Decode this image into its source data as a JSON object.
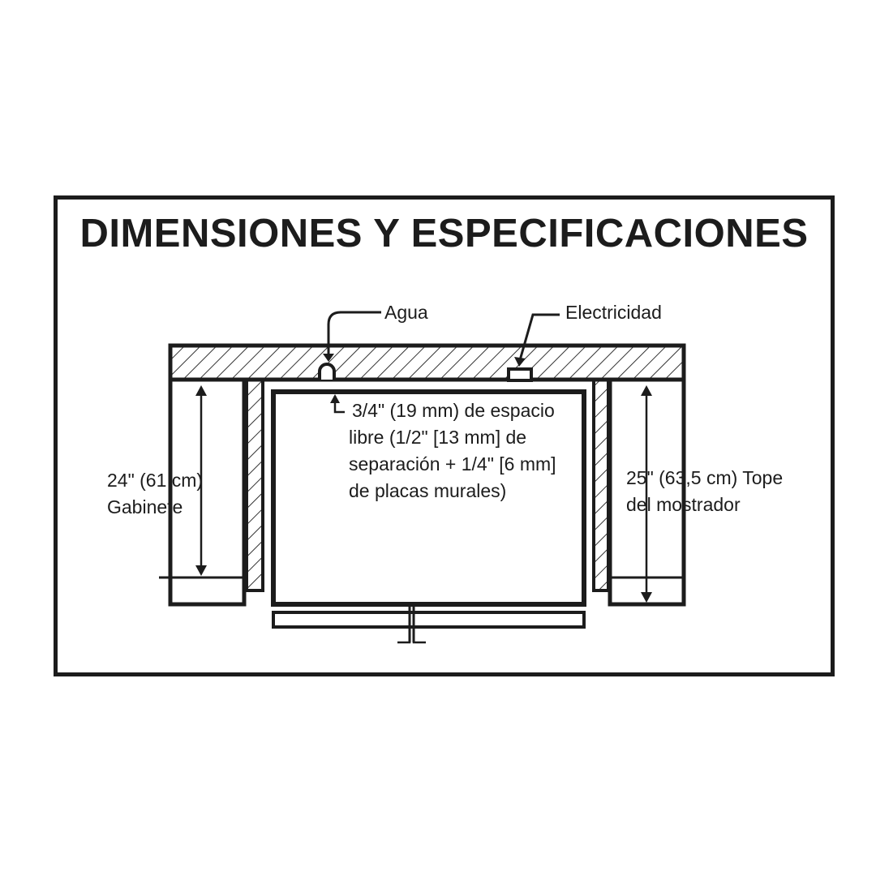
{
  "title": "DIMENSIONES Y ESPECIFICACIONES",
  "labels": {
    "agua": "Agua",
    "electricidad": "Electricidad",
    "clearance": [
      "3/4\" (19 mm) de espacio",
      "libre  (1/2\" [13 mm] de",
      "separación + 1/4\" [6 mm]",
      "de placas murales)"
    ],
    "cabinet": [
      "24\" (61 cm)",
      "Gabinete"
    ],
    "counter": [
      "25\" (63,5 cm) Tope",
      "del mostrador"
    ]
  },
  "colors": {
    "line": "#1c1c1c",
    "background": "#ffffff"
  }
}
